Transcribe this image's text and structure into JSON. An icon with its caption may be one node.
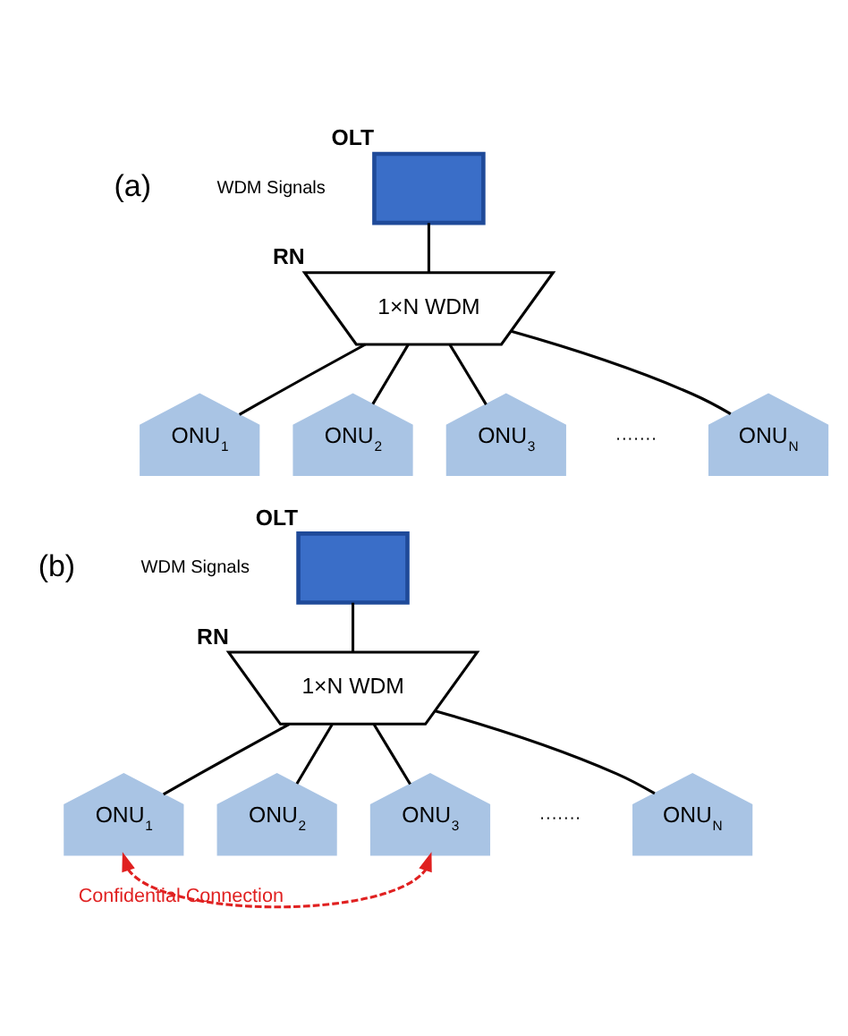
{
  "diagram": {
    "nodes": [
      {
        "text": [],
        "shape": "box",
        "beside": [
          "OLT"
        ]
      },
      {
        "text": [
          "1×N WDM"
        ],
        "beside": [
          "RN"
        ]
      },
      {
        "text": [
          "ONU$_{1}$"
        ]
      },
      {
        "text": [
          "ONU$_{2}$"
        ]
      },
      {
        "text": [
          "ONU$_{3}$"
        ]
      },
      {
        "text": [
          "ONU$_{N}$"
        ]
      },
      {
        "text": [],
        "shape": "box",
        "beside": [
          "OLT"
        ]
      },
      {
        "text": [
          "1×N WDM"
        ],
        "beside": [
          "RN"
        ]
      },
      {
        "text": [
          "ONU$_{1}$"
        ]
      },
      {
        "text": [
          "ONU$_{2}$"
        ]
      },
      {
        "text": [
          "ONU$_{3}$"
        ]
      },
      {
        "text": [
          "ONU$_{N}$"
        ]
      }
    ],
    "edges": [
      {
        "from": 0,
        "to": 1,
        "arrow": "none"
      },
      {
        "from": 1,
        "to": 2,
        "arrow": "none"
      },
      {
        "from": 1,
        "to": 3,
        "arrow": "none"
      },
      {
        "from": 1,
        "to": 4,
        "arrow": "none"
      },
      {
        "from": 1,
        "to": 5,
        "arrow": "none"
      },
      {
        "from": 6,
        "to": 7,
        "arrow": "none"
      },
      {
        "from": 7,
        "to": 8,
        "arrow": "none"
      },
      {
        "from": 7,
        "to": 9,
        "arrow": "none"
      },
      {
        "from": 7,
        "to": 10,
        "arrow": "none"
      },
      {
        "from": 7,
        "to": 11,
        "arrow": "none"
      },
      {
        "from": 8,
        "to": 10,
        "arrow": "both",
        "label": "Confidential Connection",
        "style": "dashed",
        "color": "#e02020"
      }
    ],
    "labels": [
      "(a)",
      "WDM Signals",
      "·······",
      "(b)",
      "WDM Signals",
      "·······"
    ]
  }
}
